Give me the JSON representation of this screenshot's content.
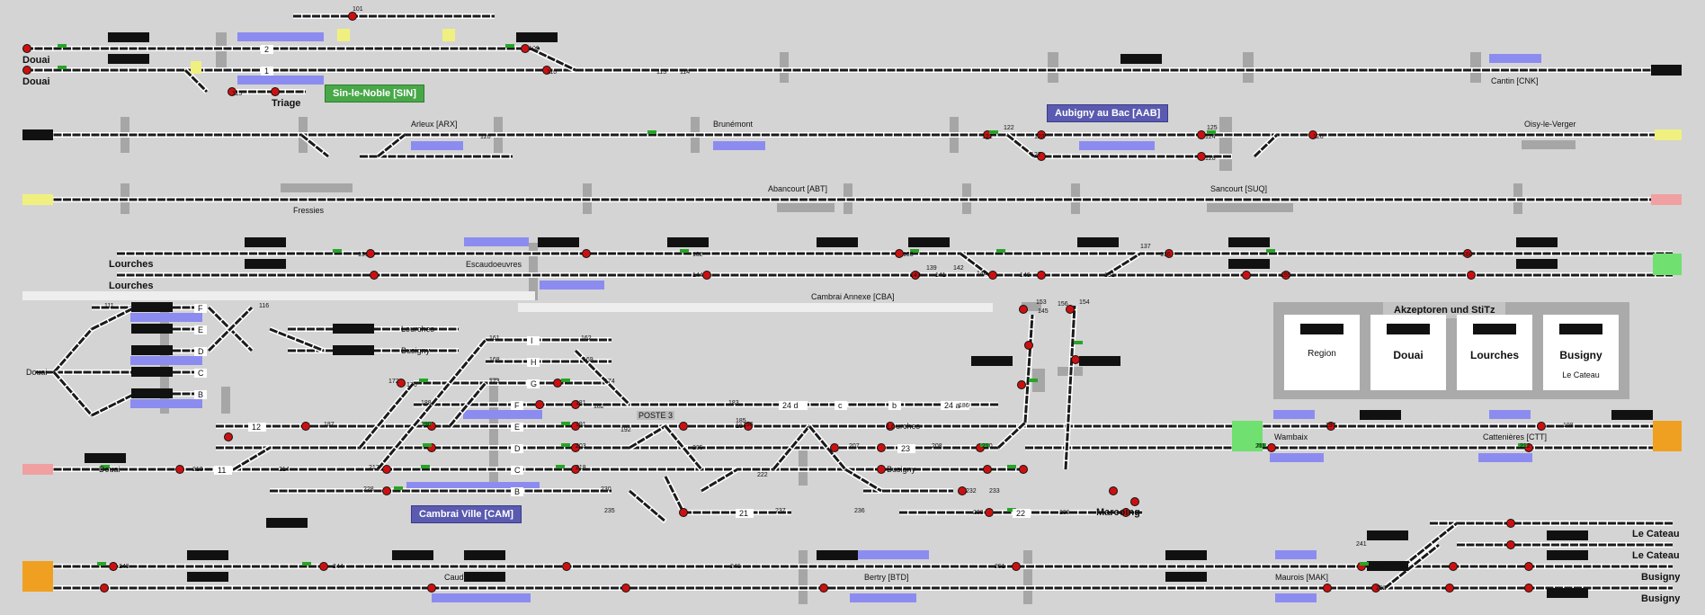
{
  "labels": {
    "douai_1": "Douai",
    "douai_2": "Douai",
    "triage": "Triage",
    "sin_le_noble": "Sin-le-Noble [SIN]",
    "arleux": "Arleux [ARX]",
    "brunemont": "Brunémont",
    "aubigny": "Aubigny au Bac [AAB]",
    "cantin": "Cantin [CNK]",
    "oisy": "Oisy-le-Verger",
    "abancourt": "Abancourt [ABT]",
    "sancourt": "Sancourt [SUQ]",
    "fressies": "Fressies",
    "lourches_1": "Lourches",
    "lourches_2": "Lourches",
    "escaudoeuvres": "Escaudoeuvres",
    "cambrai_annexe": "Cambrai Annexe [CBA]",
    "fan_lourches": "Lourches",
    "fan_busigny": "Busigny",
    "douai_fan": "Douai",
    "douai_w": "Douai",
    "poste3": "POSTE 3",
    "lourches_mid": "Lourches",
    "busigny_mid": "Busigny",
    "cambrai_ville": "Cambrai Ville [CAM]",
    "marcoing": "Marcoing",
    "wambaix": "Wambaix",
    "catt": "Cattenières [CTT]",
    "le_cateau_1": "Le Cateau",
    "le_cateau_2": "Le Cateau",
    "busigny_1": "Busigny",
    "busigny_2": "Busigny",
    "caudry": "Caudry [CAU]",
    "bertry": "Bertry [BTD]",
    "maurois": "Maurois [MAK]"
  },
  "track_marks": {
    "t2": "2",
    "t1": "1",
    "t12": "12",
    "t11": "11",
    "t24d": "24 d",
    "tc": "c",
    "tb": "b",
    "t24a": "24 a",
    "t23": "23",
    "t21": "21",
    "t22": "22",
    "fF": "F",
    "fE": "E",
    "fD": "D",
    "fC": "C",
    "fB": "B",
    "yI": "I",
    "yH": "H",
    "yG": "G",
    "yF": "F",
    "yE": "E",
    "yD": "D",
    "yC": "C",
    "yB": "B"
  },
  "numbers": {
    "n101": "101",
    "n102": "102",
    "n110": "110",
    "n111": "111",
    "n113": "113",
    "n114": "114",
    "n115": "115",
    "n116": "116",
    "n120": "120",
    "n121": "121",
    "n122": "122",
    "n123": "123",
    "n124": "124",
    "n125": "125",
    "n126": "126",
    "n127": "127",
    "n128": "128",
    "n131": "131",
    "n132": "132",
    "n133": "133",
    "n136": "136",
    "n137": "137",
    "n139": "139",
    "n140": "140",
    "n141": "141",
    "n142": "142",
    "n143": "143",
    "n144": "144",
    "n145": "145",
    "n146": "146",
    "n151": "151",
    "n153": "153",
    "n154": "154",
    "n155": "155",
    "n156": "156",
    "n160": "160",
    "n161": "161",
    "n162": "162",
    "n168": "168",
    "n169": "169",
    "n172": "172",
    "n173": "173",
    "n174": "174",
    "n176": "176",
    "n181": "181",
    "n182": "182",
    "n183": "183",
    "n184": "184",
    "n185": "185",
    "n186": "186",
    "n187": "187",
    "n188": "188",
    "n190": "190",
    "n191": "191",
    "n192": "192",
    "n196": "196",
    "n197": "197",
    "n198": "198",
    "n203": "203",
    "n205": "205",
    "n207": "207",
    "n208": "208",
    "n210": "210",
    "n211": "211",
    "n212": "212",
    "n213": "213",
    "n214": "214",
    "n217": "217",
    "n218": "218",
    "n222": "222",
    "n228": "228",
    "n230": "230",
    "n232": "232",
    "n233": "233",
    "n235": "235",
    "n236": "236",
    "n237": "237",
    "n238": "238",
    "n239": "239",
    "n241": "241",
    "n243": "243",
    "n244": "244",
    "n246": "246",
    "n248": "248",
    "n251": "251",
    "n252": "252"
  },
  "accept_panel": {
    "title": "Akzeptoren und StiTz",
    "boxes": [
      {
        "label": "Region"
      },
      {
        "label": "Douai"
      },
      {
        "label": "Lourches"
      },
      {
        "label": "Busigny",
        "sub": "Le Cateau"
      }
    ]
  },
  "colors": {
    "background": "#d4d4d4",
    "track": "#1a1a1a",
    "platform": "#8c8cf0",
    "signal_red": "#cc1010",
    "signal_green": "#28a428",
    "block_grey": "#a6a6a6",
    "end_orange": "#f0a020",
    "end_green": "#70e070",
    "end_yellow": "#f0f080",
    "end_pink": "#f0a0a0",
    "station_green": "#48a848",
    "station_blue": "#5a5ab0"
  }
}
